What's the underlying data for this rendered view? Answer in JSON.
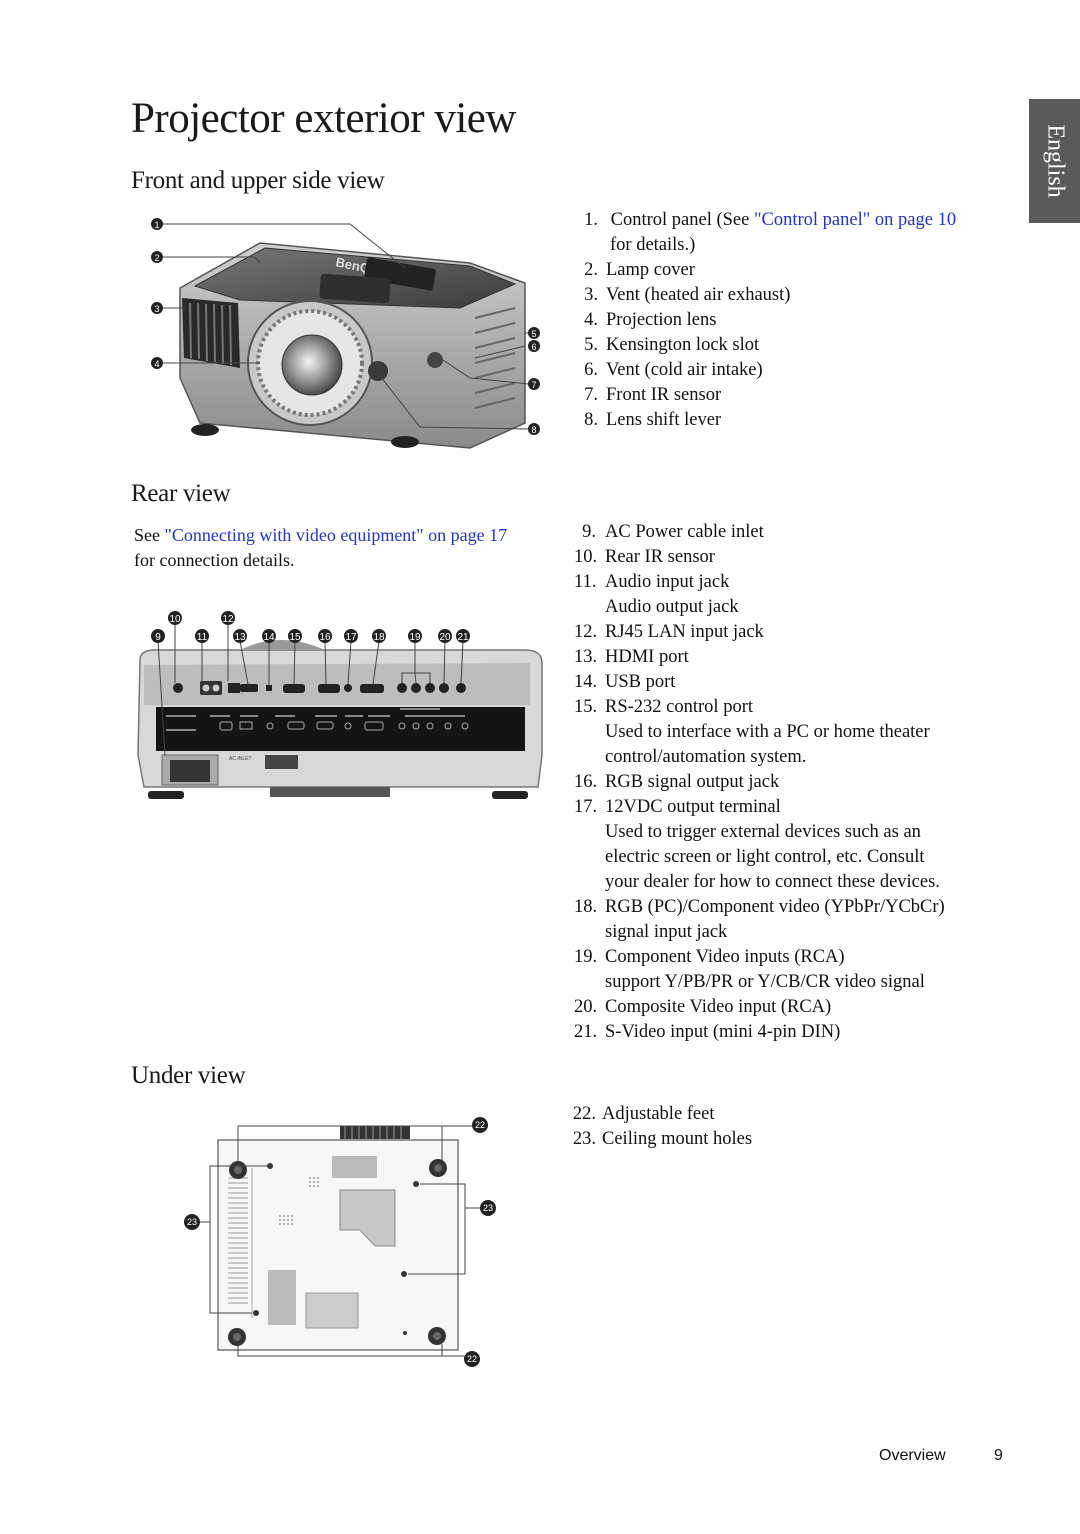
{
  "page_title": "Projector exterior view",
  "tab_label": "English",
  "sections": {
    "front": "Front and upper side view",
    "rear": "Rear view",
    "under": "Under view"
  },
  "front_list": [
    {
      "n": "1.",
      "pre": "Control panel (See ",
      "link": "\"Control panel\" on page 10",
      "post": "",
      "cont": "for details.)"
    },
    {
      "n": "2.",
      "text": "Lamp cover"
    },
    {
      "n": "3.",
      "text": "Vent (heated air exhaust)"
    },
    {
      "n": "4.",
      "text": "Projection lens"
    },
    {
      "n": "5.",
      "text": "Kensington lock slot"
    },
    {
      "n": "6.",
      "text": "Vent (cold air intake)"
    },
    {
      "n": "7.",
      "text": "Front IR sensor"
    },
    {
      "n": "8.",
      "text": "Lens shift lever"
    }
  ],
  "rear_note": {
    "pre": "See ",
    "link": "\"Connecting with video equipment\" on page 17",
    "post": " for connection details."
  },
  "rear_list": [
    {
      "n": "9.",
      "text": "AC Power cable inlet"
    },
    {
      "n": "10.",
      "text": "Rear IR sensor"
    },
    {
      "n": "11.",
      "text": "Audio input jack",
      "cont": [
        "Audio output jack"
      ]
    },
    {
      "n": "12.",
      "text": "RJ45 LAN input jack"
    },
    {
      "n": "13.",
      "text": "HDMI port"
    },
    {
      "n": "14.",
      "text": "USB port"
    },
    {
      "n": "15.",
      "text": "RS-232 control port",
      "cont": [
        "Used to interface with a PC or home theater",
        "control/automation system."
      ]
    },
    {
      "n": "16.",
      "text": "RGB signal output jack"
    },
    {
      "n": "17.",
      "text": "12VDC output terminal",
      "cont": [
        "Used to trigger external devices such as an",
        "electric screen or light control, etc. Consult",
        "your dealer for how to connect these devices."
      ]
    },
    {
      "n": "18.",
      "text": "RGB (PC)/Component video (YPbPr/YCbCr)",
      "cont": [
        "signal input jack"
      ]
    },
    {
      "n": "19.",
      "text": "Component Video inputs (RCA)",
      "cont": [
        "support Y/PB/PR or Y/CB/CR video signal"
      ]
    },
    {
      "n": "20.",
      "text": "Composite Video input (RCA)"
    },
    {
      "n": "21.",
      "text": "S-Video input (mini 4-pin DIN)"
    }
  ],
  "under_list": [
    {
      "n": "22.",
      "text": "Adjustable feet"
    },
    {
      "n": "23.",
      "text": "Ceiling mount holes"
    }
  ],
  "callouts": {
    "front": [
      "1",
      "2",
      "3",
      "4",
      "5",
      "6",
      "7",
      "8"
    ],
    "rear_top": [
      "10",
      "12"
    ],
    "rear_bottom": [
      "9",
      "11",
      "13",
      "14",
      "15",
      "16",
      "17",
      "18",
      "19",
      "20",
      "21"
    ],
    "under": [
      "22",
      "23",
      "23",
      "22"
    ]
  },
  "device_text": {
    "brand": "BenQ",
    "ac_label": "AC INLET"
  },
  "footer": {
    "section": "Overview",
    "page": "9"
  }
}
